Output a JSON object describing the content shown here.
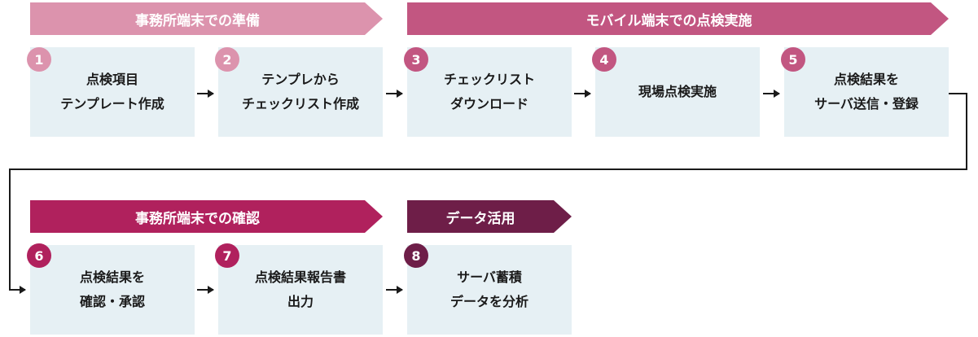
{
  "colors": {
    "banner_prep": "#dc93ad",
    "banner_mobile": "#c25681",
    "banner_confirm": "#b0215d",
    "banner_data": "#6e1e48",
    "step_box_bg": "#e6f0f4",
    "arrow": "#1a1a1a"
  },
  "banners": {
    "prep": "事務所端末での準備",
    "mobile": "モバイル端末での点検実施",
    "confirm": "事務所端末での確認",
    "data": "データ活用"
  },
  "steps": [
    {
      "number": "1",
      "label": "点検項目\nテンプレート作成"
    },
    {
      "number": "2",
      "label": "テンプレから\nチェックリスト作成"
    },
    {
      "number": "3",
      "label": "チェックリスト\nダウンロード"
    },
    {
      "number": "4",
      "label": "現場点検実施"
    },
    {
      "number": "5",
      "label": "点検結果を\nサーバ送信・登録"
    },
    {
      "number": "6",
      "label": "点検結果を\n確認・承認"
    },
    {
      "number": "7",
      "label": "点検結果報告書\n出力"
    },
    {
      "number": "8",
      "label": "サーバ蓄積\nデータを分析"
    }
  ]
}
